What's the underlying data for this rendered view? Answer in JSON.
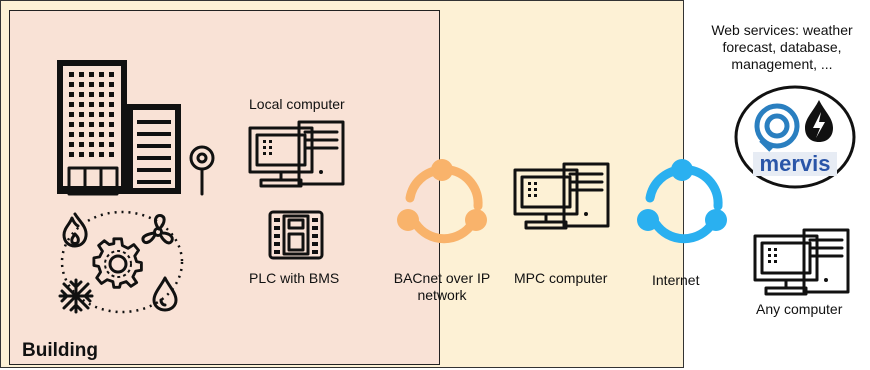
{
  "zones": {
    "building_label": "Building"
  },
  "nodes": {
    "local_computer": "Local computer",
    "plc": "PLC with BMS",
    "bacnet_line1": "BACnet over IP",
    "bacnet_line2": "network",
    "mpc": "MPC computer",
    "internet": "Internet",
    "web_services_line1": "Web services: weather",
    "web_services_line2": "forecast, database,",
    "web_services_line3": "management, ...",
    "any_computer": "Any computer"
  },
  "logos": {
    "mervis_text": "mervis",
    "mervis_color": "#2a55a8",
    "accent_color": "#2a7fc0"
  },
  "colors": {
    "bacnet_network": "#f9b36b",
    "internet_network": "#2ab0f0",
    "outer_zone": "#fdf1d5",
    "building_zone": "#f9e2d6"
  },
  "icons": [
    "building-icon",
    "tree-icon",
    "flame-icon",
    "fan-icon",
    "gear-icon",
    "snowflake-icon",
    "droplet-icon",
    "computer-icon",
    "plc-icon",
    "network-icon"
  ]
}
